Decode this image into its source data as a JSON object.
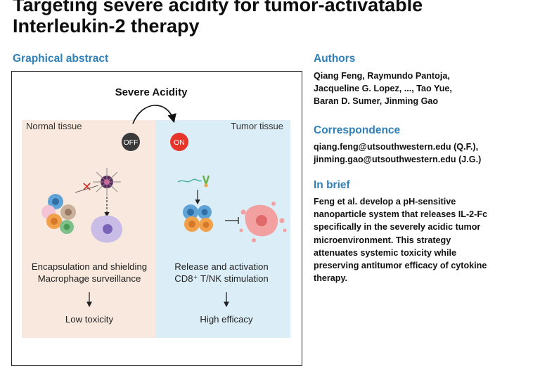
{
  "title_lines": [
    "Targeting severe acidity for tumor-activatable",
    "Interleukin-2 therapy"
  ],
  "graphical_abstract": {
    "heading": "Graphical abstract",
    "center_label": "Severe Acidity",
    "left": {
      "tissue_label": "Normal tissue",
      "switch_label": "OFF",
      "line1": "Encapsulation and shielding",
      "line2": "Macrophage surveillance",
      "outcome": "Low toxicity"
    },
    "right": {
      "tissue_label": "Tumor tissue",
      "switch_label": "ON",
      "line1": "Release and activation",
      "line2": "CD8⁺ T/NK stimulation",
      "outcome": "High efficacy"
    },
    "colors": {
      "normal_bg": "#f8e8dd",
      "tumor_bg": "#dbeef7",
      "off_badge": "#3a3a3a",
      "on_badge": "#e8352b",
      "accent": "#2f7fb8"
    }
  },
  "authors": {
    "heading": "Authors",
    "lines": [
      "Qiang Feng, Raymundo Pantoja,",
      "Jacqueline G. Lopez, ..., Tao Yue,",
      "Baran D. Sumer, Jinming Gao"
    ]
  },
  "correspondence": {
    "heading": "Correspondence",
    "lines": [
      "qiang.feng@utsouthwestern.edu (Q.F.),",
      "jinming.gao@utsouthwestern.edu (J.G.)"
    ]
  },
  "in_brief": {
    "heading": "In brief",
    "lines": [
      "Feng et al. develop a pH-sensitive",
      "nanoparticle system that releases IL-2-Fc",
      "specifically in the severely acidic tumor",
      "microenvironment. This strategy",
      "attenuates systemic toxicity while",
      "preserving antitumor efficacy of cytokine",
      "therapy."
    ]
  }
}
